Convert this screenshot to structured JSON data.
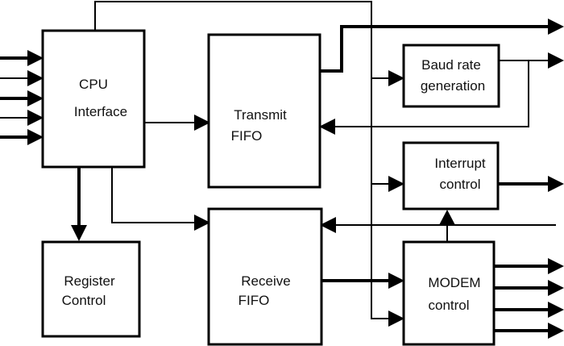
{
  "blocks": {
    "cpu_interface": {
      "line1": "CPU",
      "line2": "Interface"
    },
    "transmit_fifo": {
      "line1": "Transmit",
      "line2": "FIFO"
    },
    "baud_rate": {
      "line1": "Baud rate",
      "line2": "generation"
    },
    "interrupt_control": {
      "line1": "Interrupt",
      "line2": "control"
    },
    "register_control": {
      "line1": "Register",
      "line2": "Control"
    },
    "receive_fifo": {
      "line1": "Receive",
      "line2": "FIFO"
    },
    "modem_control": {
      "line1": "MODEM",
      "line2": "control"
    }
  }
}
